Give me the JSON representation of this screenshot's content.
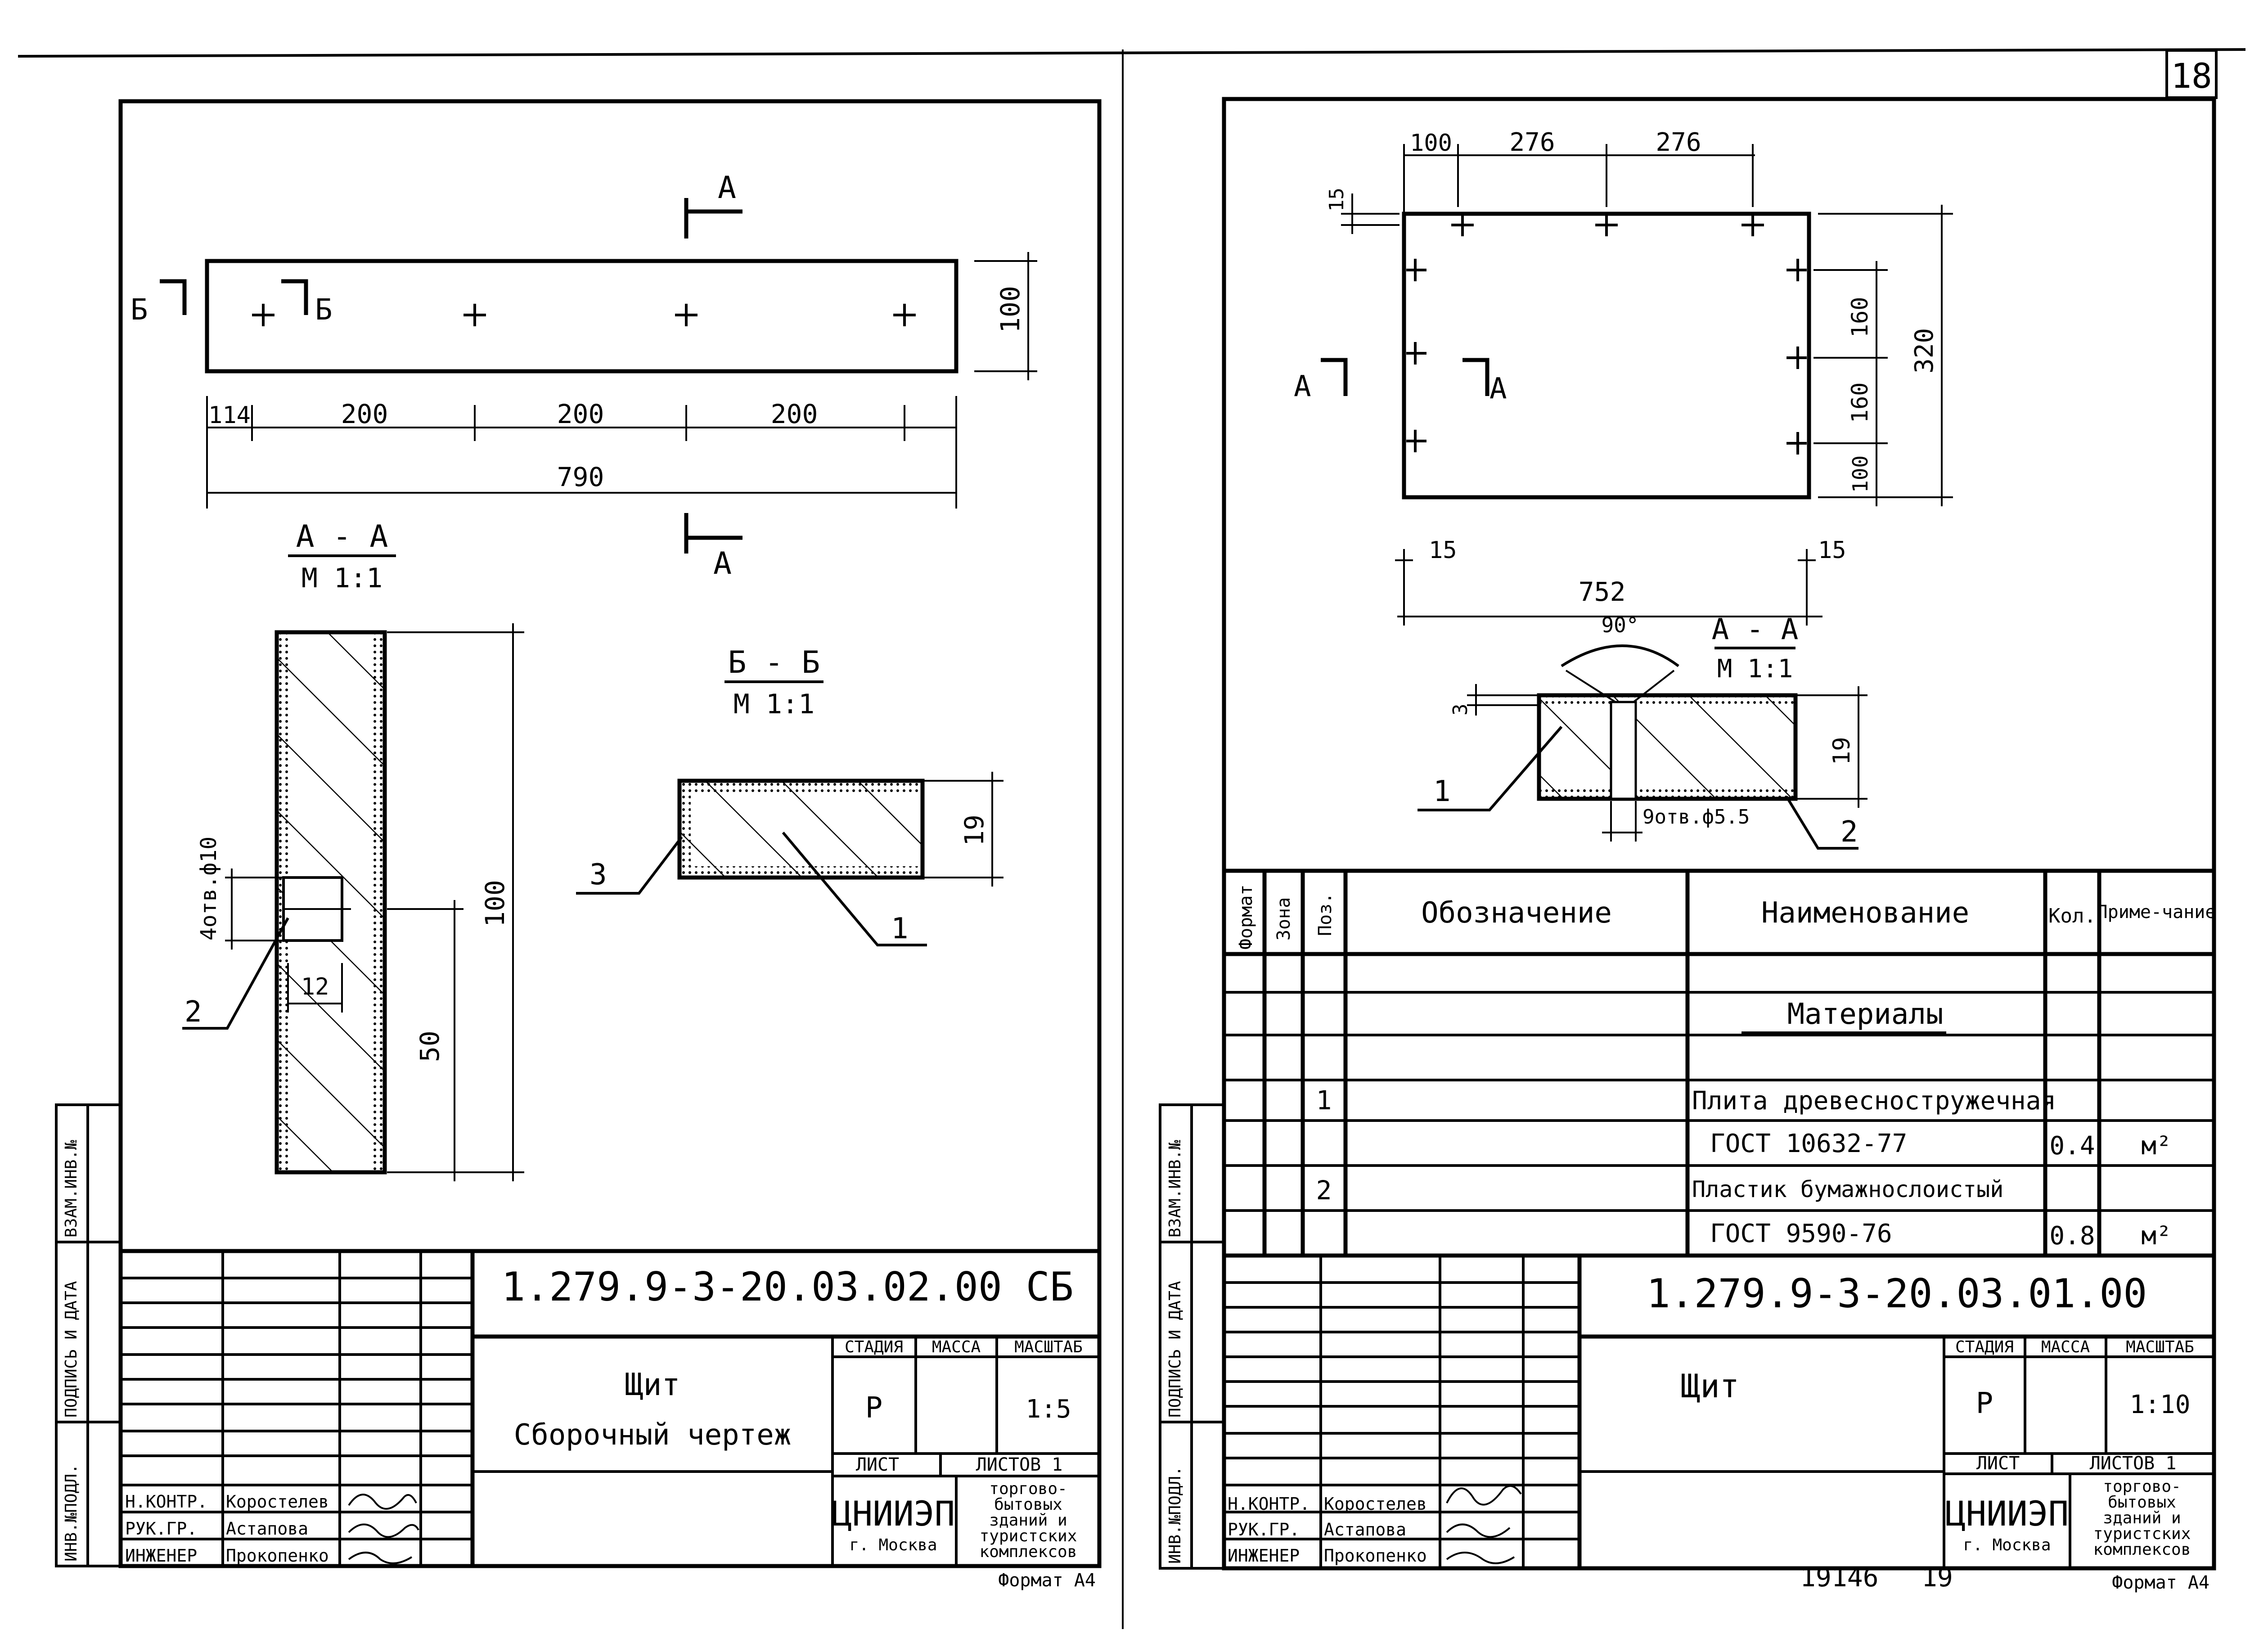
{
  "page_number": "18",
  "bottom_note": {
    "num_a": "19146",
    "num_b": "19"
  },
  "left": {
    "view": {
      "section_a": "A",
      "section_b": "Б",
      "dim_114": "114",
      "dim_200": "200",
      "dim_790": "790",
      "dim_100": "100"
    },
    "section_aa": {
      "title": "A - A",
      "scale": "M 1:1",
      "hole_note": "4отв.ф10",
      "dim_12": "12",
      "dim_50": "50",
      "dim_100": "100",
      "callout_2": "2"
    },
    "section_bb": {
      "title": "Б - Б",
      "scale": "M 1:1",
      "dim_19": "19",
      "callout_1": "1",
      "callout_3": "3"
    },
    "side_stamp": [
      "ИНВ.№ПОДЛ.",
      "ПОДПИСЬ И ДАТА",
      "ВЗАМ.ИНВ.№"
    ],
    "title_block": {
      "code": "1.279.9-3-20.03.02.00 СБ",
      "name_line1": "Щит",
      "name_line2": "Сборочный чертеж",
      "hdr_stage": "СТАДИЯ",
      "hdr_mass": "МАССА",
      "hdr_scale": "МАСШТАБ",
      "stage": "Р",
      "scale": "1:5",
      "sheet_label": "ЛИСТ",
      "sheets_label": "ЛИСТОВ 1",
      "org": "ЦНИИЭП",
      "city": "г. Москва",
      "dept": [
        "торгово-",
        "бытовых",
        "зданий и",
        "туристских",
        "комплексов"
      ],
      "format": "Формат А4",
      "people": [
        {
          "role": "Н.КОНТР.",
          "name": "Коростелев"
        },
        {
          "role": "РУК.ГР.",
          "name": "Астапова"
        },
        {
          "role": "ИНЖЕНЕР",
          "name": "Прокопенко"
        }
      ]
    }
  },
  "right": {
    "plan": {
      "dim_100": "100",
      "dim_276a": "276",
      "dim_276b": "276",
      "dim_15": "15",
      "dim_160a": "160",
      "dim_160b": "160",
      "dim_100v": "100",
      "dim_320": "320",
      "dim_15l": "15",
      "dim_15r": "15",
      "dim_752": "752",
      "section_a": "A"
    },
    "section_aa": {
      "title": "A - A",
      "scale": "M 1:1",
      "angle": "90°",
      "dim_3": "3",
      "dim_19": "19",
      "hole_note": "9отв.ф5.5",
      "callout_1": "1",
      "callout_2": "2"
    },
    "spec": {
      "headers": [
        "Формат",
        "Зона",
        "Поз.",
        "Обозначение",
        "Наименование",
        "Кол.",
        "Приме-чание"
      ],
      "section_title": "Материалы",
      "rows": [
        {
          "pos": "1",
          "name": "Плита древесностружечная",
          "qty": "",
          "note": ""
        },
        {
          "pos": "",
          "name": "ГОСТ 10632-77",
          "qty": "0.4",
          "note": "м²"
        },
        {
          "pos": "2",
          "name": "Пластик бумажнослоистый",
          "qty": "",
          "note": ""
        },
        {
          "pos": "",
          "name": "ГОСТ 9590-76",
          "qty": "0.8",
          "note": "м²"
        }
      ]
    },
    "side_stamp": [
      "ИНВ.№ПОДЛ.",
      "ПОДПИСЬ И ДАТА",
      "ВЗАМ.ИНВ.№"
    ],
    "title_block": {
      "code": "1.279.9-3-20.03.01.00",
      "name_line1": "Щит",
      "hdr_stage": "СТАДИЯ",
      "hdr_mass": "МАССА",
      "hdr_scale": "МАСШТАБ",
      "stage": "Р",
      "scale": "1:10",
      "sheet_label": "ЛИСТ",
      "sheets_label": "ЛИСТОВ 1",
      "org": "ЦНИИЭП",
      "city": "г. Москва",
      "dept": [
        "торгово-",
        "бытовых",
        "зданий и",
        "туристских",
        "комплексов"
      ],
      "format": "Формат А4",
      "people": [
        {
          "role": "Н.КОНТР.",
          "name": "Коростелев"
        },
        {
          "role": "РУК.ГР.",
          "name": "Астапова"
        },
        {
          "role": "ИНЖЕНЕР",
          "name": "Прокопенко"
        }
      ]
    }
  }
}
